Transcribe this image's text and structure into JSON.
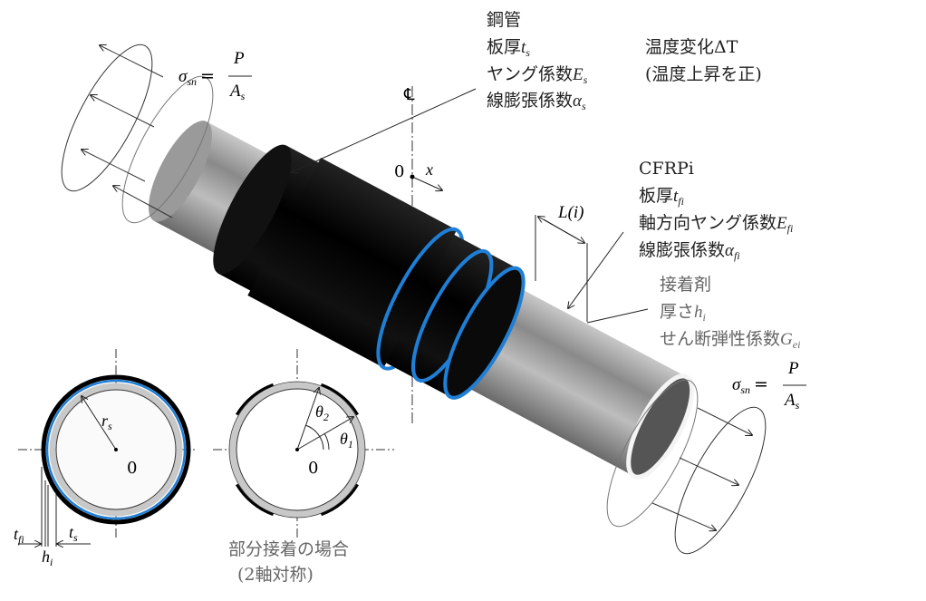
{
  "colors": {
    "steel": "#a9a9a9",
    "cfrp": "#050505",
    "adhesive": "#1f7fd6"
  },
  "steel": {
    "title": "鋼管",
    "thickness": {
      "text": "板厚",
      "sym": "t",
      "sub": "s"
    },
    "young": {
      "text": "ヤング係数",
      "sym": "E",
      "sub": "s"
    },
    "expansion": {
      "text": "線膨張係数",
      "sym": "α",
      "sub": "s"
    }
  },
  "temperature": {
    "line1": "温度変化ΔT",
    "line2": "(温度上昇を正)"
  },
  "cfrp": {
    "title": "CFRPi",
    "thickness": {
      "text": "板厚",
      "sym": "t",
      "sub": "fi"
    },
    "young": {
      "text": "軸方向ヤング係数",
      "sym": "E",
      "sub": "fi"
    },
    "expansion": {
      "text": "線膨張係数",
      "sym": "α",
      "sub": "fi"
    }
  },
  "adhesive": {
    "title": "接着剤",
    "thickness": {
      "text": "厚さ",
      "sym": "h",
      "sub": "i"
    },
    "shear": {
      "text": "せん断弾性係数",
      "sym": "G",
      "sub": "ei"
    }
  },
  "stress_left": {
    "lhs": "σ",
    "lhs_sub": "sn",
    "eq": "=",
    "num": "P",
    "den": "A",
    "den_sub": "s"
  },
  "stress_right": {
    "lhs": "σ",
    "lhs_sub": "sn",
    "eq": "=",
    "num": "P",
    "den": "A",
    "den_sub": "s"
  },
  "axis": {
    "centerline": "℄",
    "origin": "0",
    "x": "x",
    "length": "L(i)"
  },
  "section_full": {
    "radius": "r",
    "radius_sub": "s",
    "origin": "0",
    "tfi": "t",
    "tfi_sub": "fi",
    "ts": "t",
    "ts_sub": "s",
    "hi": "h",
    "hi_sub": "i"
  },
  "section_partial": {
    "origin": "0",
    "theta1": "θ",
    "theta1_sub": "1",
    "theta2": "θ",
    "theta2_sub": "2",
    "caption1": "部分接着の場合",
    "caption2": "(2軸対称)"
  }
}
